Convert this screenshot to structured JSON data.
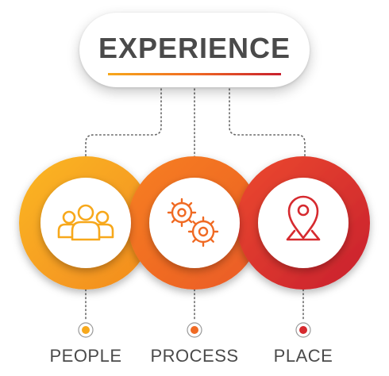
{
  "title": "EXPERIENCE",
  "items": [
    {
      "label": "PEOPLE",
      "icon": "people-icon",
      "color": "#f7a81b"
    },
    {
      "label": "PROCESS",
      "icon": "gears-icon",
      "color": "#f06a23"
    },
    {
      "label": "PLACE",
      "icon": "location-pin-icon",
      "color": "#d62a2f"
    }
  ]
}
